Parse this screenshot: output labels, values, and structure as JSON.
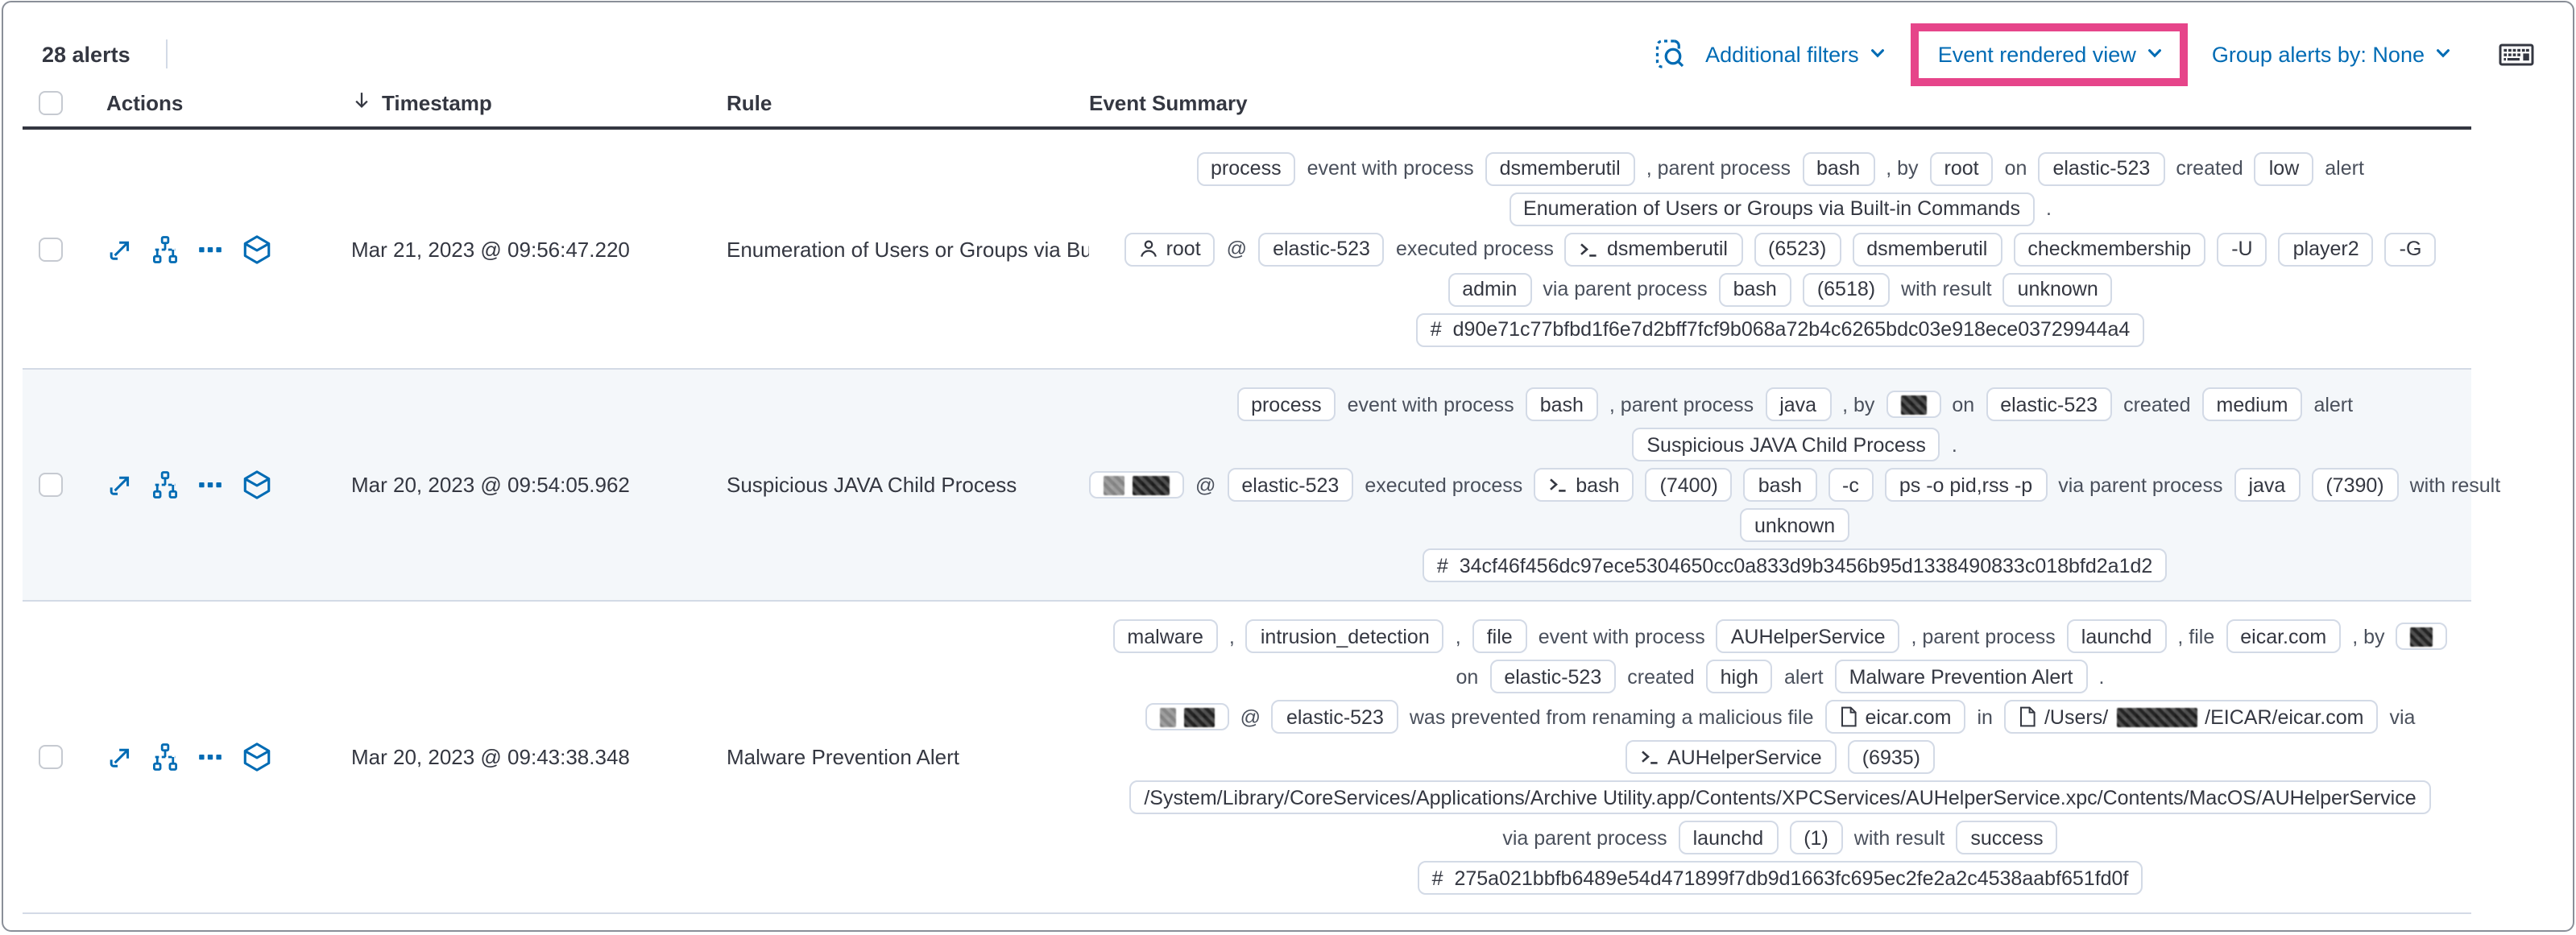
{
  "toolbar": {
    "alert_count": "28 alerts",
    "additional_filters_label": "Additional filters",
    "view_selector_label": "Event rendered view",
    "group_by_label": "Group alerts by: None",
    "icons": [
      "inspect-icon",
      "keyboard-shortcuts-icon"
    ]
  },
  "colors": {
    "highlight_pink": "#e6458a",
    "link_blue": "#006bb4",
    "badge_border": "#d3dae6",
    "row_stripe": "#f4f7fa",
    "text_dark": "#343741"
  },
  "table": {
    "headers": {
      "actions": "Actions",
      "timestamp": "Timestamp",
      "rule": "Rule",
      "event_summary": "Event Summary"
    },
    "action_icons": [
      "expand-alert-icon",
      "analyzer-icon",
      "more-actions-icon",
      "investigate-in-timeline-icon"
    ],
    "rows": [
      {
        "timestamp": "Mar 21, 2023 @ 09:56:47.220",
        "rule": "Enumeration of Users or Groups via Bui",
        "summary": [
          [
            {
              "k": "badge",
              "v": "process"
            },
            {
              "k": "text",
              "v": "event with process"
            },
            {
              "k": "badge",
              "v": "dsmemberutil"
            },
            {
              "k": "text",
              "v": ", parent process"
            },
            {
              "k": "badge",
              "v": "bash"
            },
            {
              "k": "text",
              "v": ", by"
            },
            {
              "k": "badge",
              "v": "root"
            },
            {
              "k": "text",
              "v": "on"
            },
            {
              "k": "badge",
              "v": "elastic-523"
            },
            {
              "k": "text",
              "v": "created"
            },
            {
              "k": "badge",
              "v": "low"
            },
            {
              "k": "text",
              "v": "alert"
            }
          ],
          [
            {
              "k": "badge",
              "v": "Enumeration of Users or Groups via Built-in Commands"
            },
            {
              "k": "text",
              "v": "."
            }
          ],
          [
            {
              "k": "user",
              "v": "root"
            },
            {
              "k": "text",
              "v": "@"
            },
            {
              "k": "badge",
              "v": "elastic-523"
            },
            {
              "k": "text",
              "v": "executed process"
            },
            {
              "k": "term",
              "v": "dsmemberutil"
            },
            {
              "k": "badge",
              "v": "(6523)"
            },
            {
              "k": "badge",
              "v": "dsmemberutil"
            },
            {
              "k": "badge",
              "v": "checkmembership"
            },
            {
              "k": "badge",
              "v": "-U"
            },
            {
              "k": "badge",
              "v": "player2"
            },
            {
              "k": "badge",
              "v": "-G"
            }
          ],
          [
            {
              "k": "badge",
              "v": "admin"
            },
            {
              "k": "text",
              "v": "via parent process"
            },
            {
              "k": "badge",
              "v": "bash"
            },
            {
              "k": "badge",
              "v": "(6518)"
            },
            {
              "k": "text",
              "v": "with result"
            },
            {
              "k": "badge",
              "v": "unknown"
            }
          ],
          [
            {
              "k": "hash",
              "v": "d90e71c77bfbd1f6e7d2bff7fcf9b068a72b4c6265bdc03e918ece03729944a4"
            }
          ]
        ]
      },
      {
        "timestamp": "Mar 20, 2023 @ 09:54:05.962",
        "rule": "Suspicious JAVA Child Process",
        "summary": [
          [
            {
              "k": "badge",
              "v": "process"
            },
            {
              "k": "text",
              "v": "event with process"
            },
            {
              "k": "badge",
              "v": "bash"
            },
            {
              "k": "text",
              "v": ", parent process"
            },
            {
              "k": "badge",
              "v": "java"
            },
            {
              "k": "text",
              "v": ", by"
            },
            {
              "k": "redact",
              "w": 16
            },
            {
              "k": "text",
              "v": "on"
            },
            {
              "k": "badge",
              "v": "elastic-523"
            },
            {
              "k": "text",
              "v": "created"
            },
            {
              "k": "badge",
              "v": "medium"
            },
            {
              "k": "text",
              "v": "alert"
            }
          ],
          [
            {
              "k": "badge",
              "v": "Suspicious JAVA Child Process"
            },
            {
              "k": "text",
              "v": "."
            }
          ],
          [
            {
              "k": "redact2",
              "w": 42
            },
            {
              "k": "text",
              "v": "@"
            },
            {
              "k": "badge",
              "v": "elastic-523"
            },
            {
              "k": "text",
              "v": "executed process"
            },
            {
              "k": "term",
              "v": "bash"
            },
            {
              "k": "badge",
              "v": "(7400)"
            },
            {
              "k": "badge",
              "v": "bash"
            },
            {
              "k": "badge",
              "v": "-c"
            },
            {
              "k": "badge",
              "v": "ps -o pid,rss -p"
            },
            {
              "k": "text",
              "v": "via parent process"
            },
            {
              "k": "badge",
              "v": "java"
            },
            {
              "k": "badge",
              "v": "(7390)"
            },
            {
              "k": "text",
              "v": "with result"
            }
          ],
          [
            {
              "k": "badge",
              "v": "unknown"
            }
          ],
          [
            {
              "k": "hash",
              "v": "34cf46f456dc97ece5304650cc0a833d9b3456b95d1338490833c018bfd2a1d2"
            }
          ]
        ]
      },
      {
        "timestamp": "Mar 20, 2023 @ 09:43:38.348",
        "rule": "Malware Prevention Alert",
        "summary": [
          [
            {
              "k": "badge",
              "v": "malware"
            },
            {
              "k": "text",
              "v": ","
            },
            {
              "k": "badge",
              "v": "intrusion_detection"
            },
            {
              "k": "text",
              "v": ","
            },
            {
              "k": "badge",
              "v": "file"
            },
            {
              "k": "text",
              "v": "event with process"
            },
            {
              "k": "badge",
              "v": "AUHelperService"
            },
            {
              "k": "text",
              "v": ", parent process"
            },
            {
              "k": "badge",
              "v": "launchd"
            },
            {
              "k": "text",
              "v": ", file"
            },
            {
              "k": "badge",
              "v": "eicar.com"
            },
            {
              "k": "text",
              "v": ", by"
            },
            {
              "k": "redact",
              "w": 14
            }
          ],
          [
            {
              "k": "text",
              "v": "on"
            },
            {
              "k": "badge",
              "v": "elastic-523"
            },
            {
              "k": "text",
              "v": "created"
            },
            {
              "k": "badge",
              "v": "high"
            },
            {
              "k": "text",
              "v": "alert"
            },
            {
              "k": "badge",
              "v": "Malware Prevention Alert"
            },
            {
              "k": "text",
              "v": "."
            }
          ],
          [
            {
              "k": "redact2",
              "w": 34
            },
            {
              "k": "text",
              "v": "@"
            },
            {
              "k": "badge",
              "v": "elastic-523"
            },
            {
              "k": "text",
              "v": "was prevented from renaming a malicious file"
            },
            {
              "k": "file",
              "v": "eicar.com"
            },
            {
              "k": "text",
              "v": "in"
            },
            {
              "k": "fileredact",
              "pre": "/Users/",
              "mid_w": 50,
              "post": "/EICAR/eicar.com"
            },
            {
              "k": "text",
              "v": "via"
            }
          ],
          [
            {
              "k": "term",
              "v": "AUHelperService"
            },
            {
              "k": "badge",
              "v": "(6935)"
            }
          ],
          [
            {
              "k": "badge",
              "v": "/System/Library/CoreServices/Applications/Archive Utility.app/Contents/XPCServices/AUHelperService.xpc/Contents/MacOS/AUHelperService"
            }
          ],
          [
            {
              "k": "text",
              "v": "via parent process"
            },
            {
              "k": "badge",
              "v": "launchd"
            },
            {
              "k": "badge",
              "v": "(1)"
            },
            {
              "k": "text",
              "v": "with result"
            },
            {
              "k": "badge",
              "v": "success"
            }
          ],
          [
            {
              "k": "hash",
              "v": "275a021bbfb6489e54d471899f7db9d1663fc695ec2fe2a2c4538aabf651fd0f"
            }
          ]
        ]
      }
    ]
  }
}
